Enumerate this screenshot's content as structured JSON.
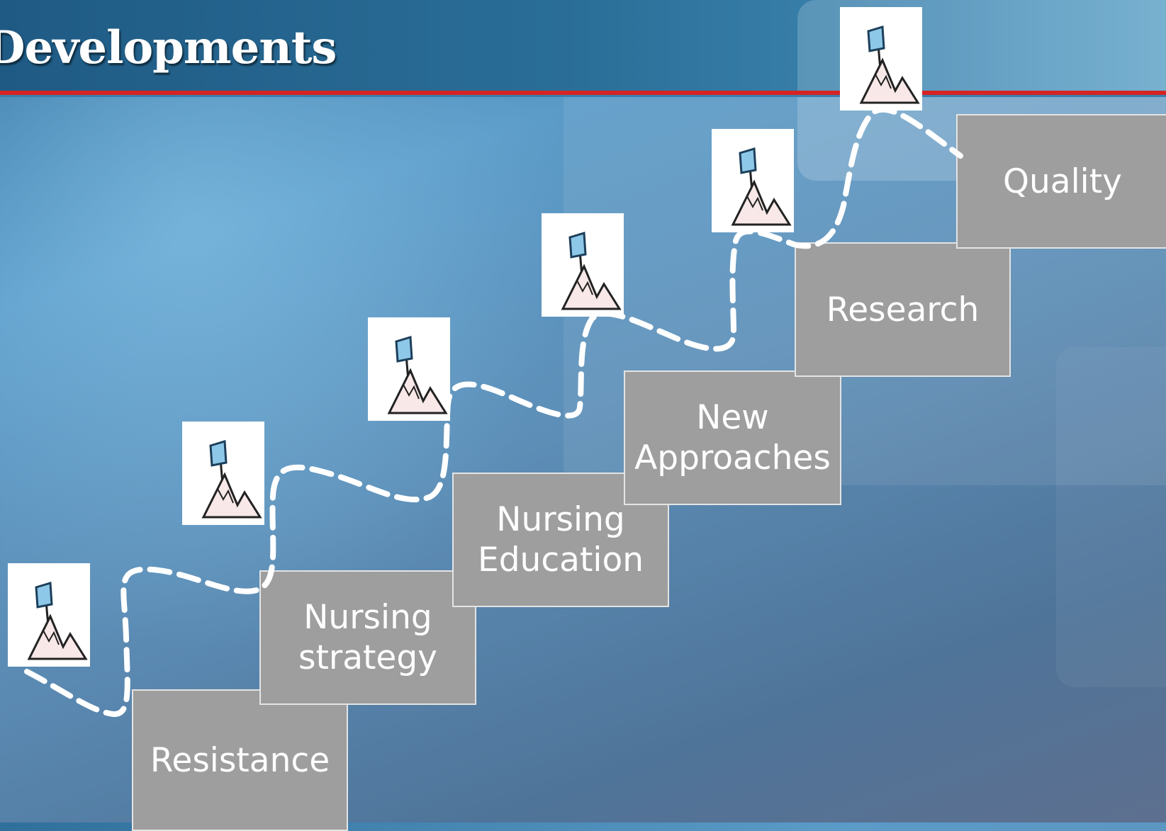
{
  "title": "Developments",
  "steps": [
    {
      "label": "Resistance"
    },
    {
      "label": "Nursing\nstrategy"
    },
    {
      "label": "Nursing\nEducation"
    },
    {
      "label": "New\nApproaches"
    },
    {
      "label": "Research"
    },
    {
      "label": "Quality"
    }
  ],
  "colors": {
    "step_fill": "#9e9e9e",
    "accent_line": "#d42424",
    "path": "#ffffff"
  },
  "icons": [
    "mountain-flag-icon"
  ]
}
